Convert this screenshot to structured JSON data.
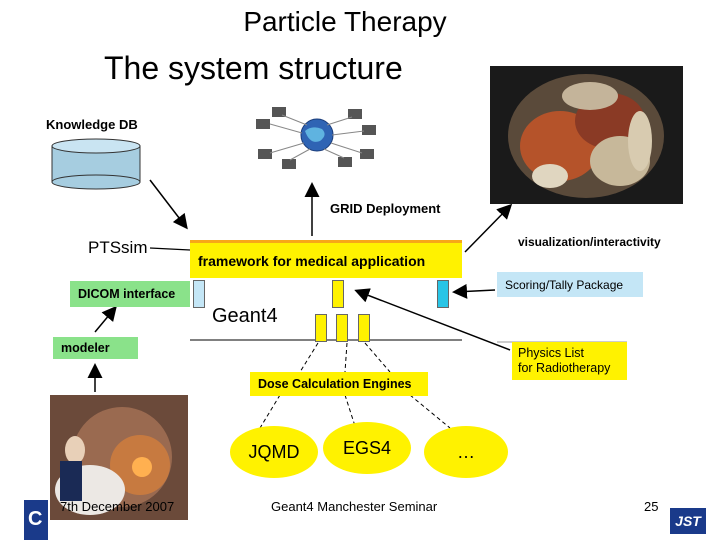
{
  "slide": {
    "supertitle": "Particle Therapy",
    "title": "The system structure",
    "knowledge_db": "Knowledge DB",
    "ptssim": "PTSsim",
    "grid_deployment": "GRID Deployment",
    "visualization": "visualization/interactivity",
    "framework": "framework for medical application",
    "dicom": "DICOM interface",
    "geant4": "Geant4",
    "scoring": "Scoring/Tally Package",
    "modeler": "modeler",
    "physics_list_1": "Physics List",
    "physics_list_2": "for Radiotherapy",
    "dose_engines": "Dose Calculation Engines",
    "engine_1": "JQMD",
    "engine_2": "EGS4",
    "engine_3": "…"
  },
  "footer": {
    "date": "7th December 2007",
    "seminar": "Geant4 Manchester Seminar",
    "page": "25",
    "logo_left": "C",
    "logo_right": "JST"
  },
  "colors": {
    "yellow": "#fff200",
    "orange": "#f7a818",
    "green": "#8ae28a",
    "cyan": "#29c5e6",
    "light_blue": "#c4e6f6",
    "db_cyl": "#a6cde0"
  }
}
